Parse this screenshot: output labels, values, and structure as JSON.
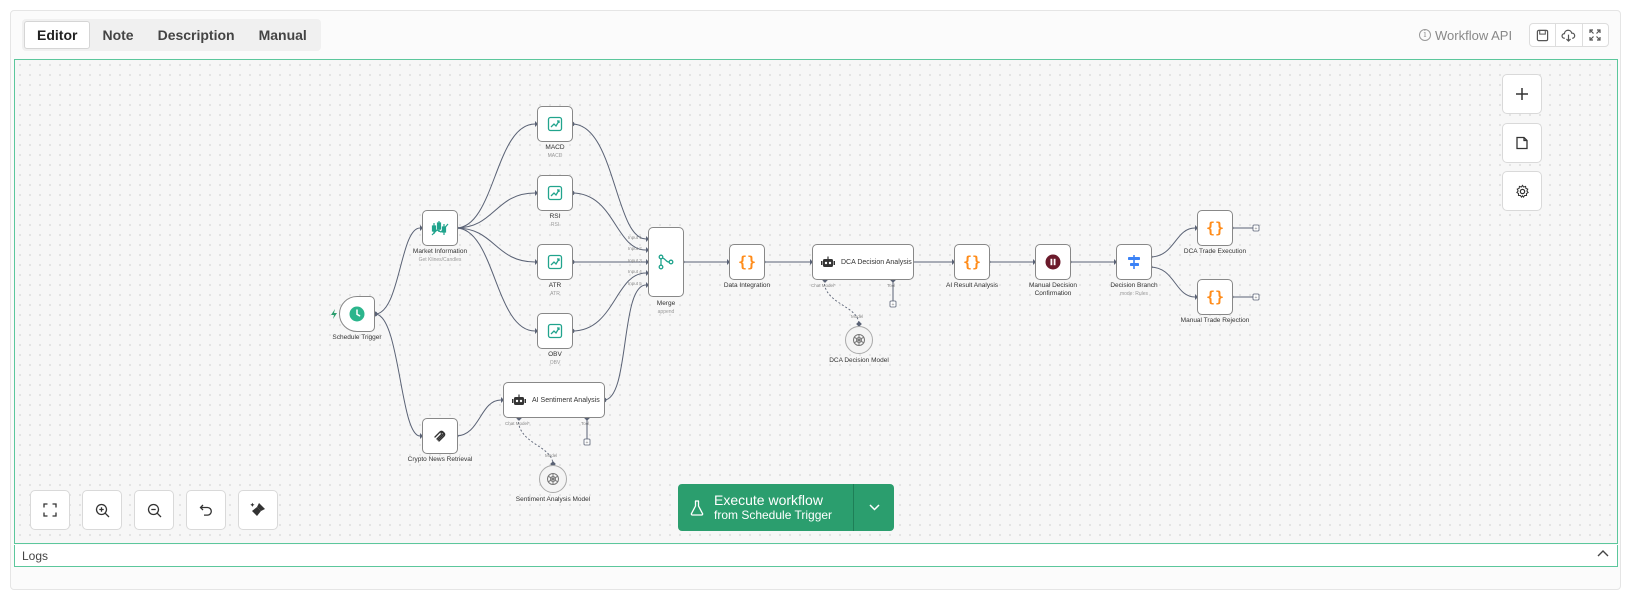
{
  "header": {
    "tabs": [
      {
        "label": "Editor",
        "active": true
      },
      {
        "label": "Note"
      },
      {
        "label": "Description"
      },
      {
        "label": "Manual"
      }
    ],
    "api_label": "Workflow API",
    "actions": [
      "save-icon",
      "cloud-download-icon",
      "fullscreen-icon"
    ]
  },
  "nodes": {
    "schedule_trigger": {
      "label": "Schedule Trigger"
    },
    "market_info": {
      "label": "Market Information",
      "sub": "Get Klines/Candles"
    },
    "crypto_news": {
      "label": "Crypto News Retrieval"
    },
    "macd": {
      "label": "MACD",
      "sub": "MACD"
    },
    "rsi": {
      "label": "RSI",
      "sub": "RSI"
    },
    "atr": {
      "label": "ATR",
      "sub": "ATR"
    },
    "obv": {
      "label": "OBV",
      "sub": "OBV"
    },
    "ai_sentiment": {
      "label": "AI Sentiment Analysis",
      "port_chat": "Chat Model*",
      "port_tool": "Tool"
    },
    "sentiment_model": {
      "label": "Sentiment Analysis Model",
      "port_model": "Model"
    },
    "merge": {
      "label": "Merge",
      "sub": "append",
      "inputs": [
        "Input 1",
        "Input 2",
        "Input 3",
        "Input 4",
        "Input 5"
      ]
    },
    "data_integration": {
      "label": "Data Integration"
    },
    "dca_analysis": {
      "label": "DCA Decision Analysis",
      "port_chat": "Chat Model*",
      "port_tool": "Tool"
    },
    "dca_model": {
      "label": "DCA Decision Model",
      "port_model": "Model"
    },
    "ai_result": {
      "label": "AI Result Analysis"
    },
    "manual_confirm": {
      "label": "Manual Decision Confirmation"
    },
    "decision_branch": {
      "label": "Decision Branch",
      "sub": "mode: Rules"
    },
    "dca_trade": {
      "label": "DCA Trade Execution"
    },
    "manual_reject": {
      "label": "Manual Trade Rejection"
    }
  },
  "canvas_controls": [
    "plus-icon",
    "sticky-note-icon",
    "settings-icon"
  ],
  "zoom_controls": [
    "fit-view-icon",
    "zoom-in-icon",
    "zoom-out-icon",
    "undo-icon",
    "tidy-up-icon"
  ],
  "execute": {
    "line1": "Execute workflow",
    "line2": "from Schedule Trigger"
  },
  "logs": {
    "label": "Logs"
  },
  "colors": {
    "accent": "#2b9e6e",
    "border": "#5cc79c",
    "edge": "#5a6275",
    "teal_icon": "#21a48d",
    "orange_icon": "#ff8c1a",
    "maroon_icon": "#6b1a2b",
    "blue_icon": "#3b82f6"
  }
}
